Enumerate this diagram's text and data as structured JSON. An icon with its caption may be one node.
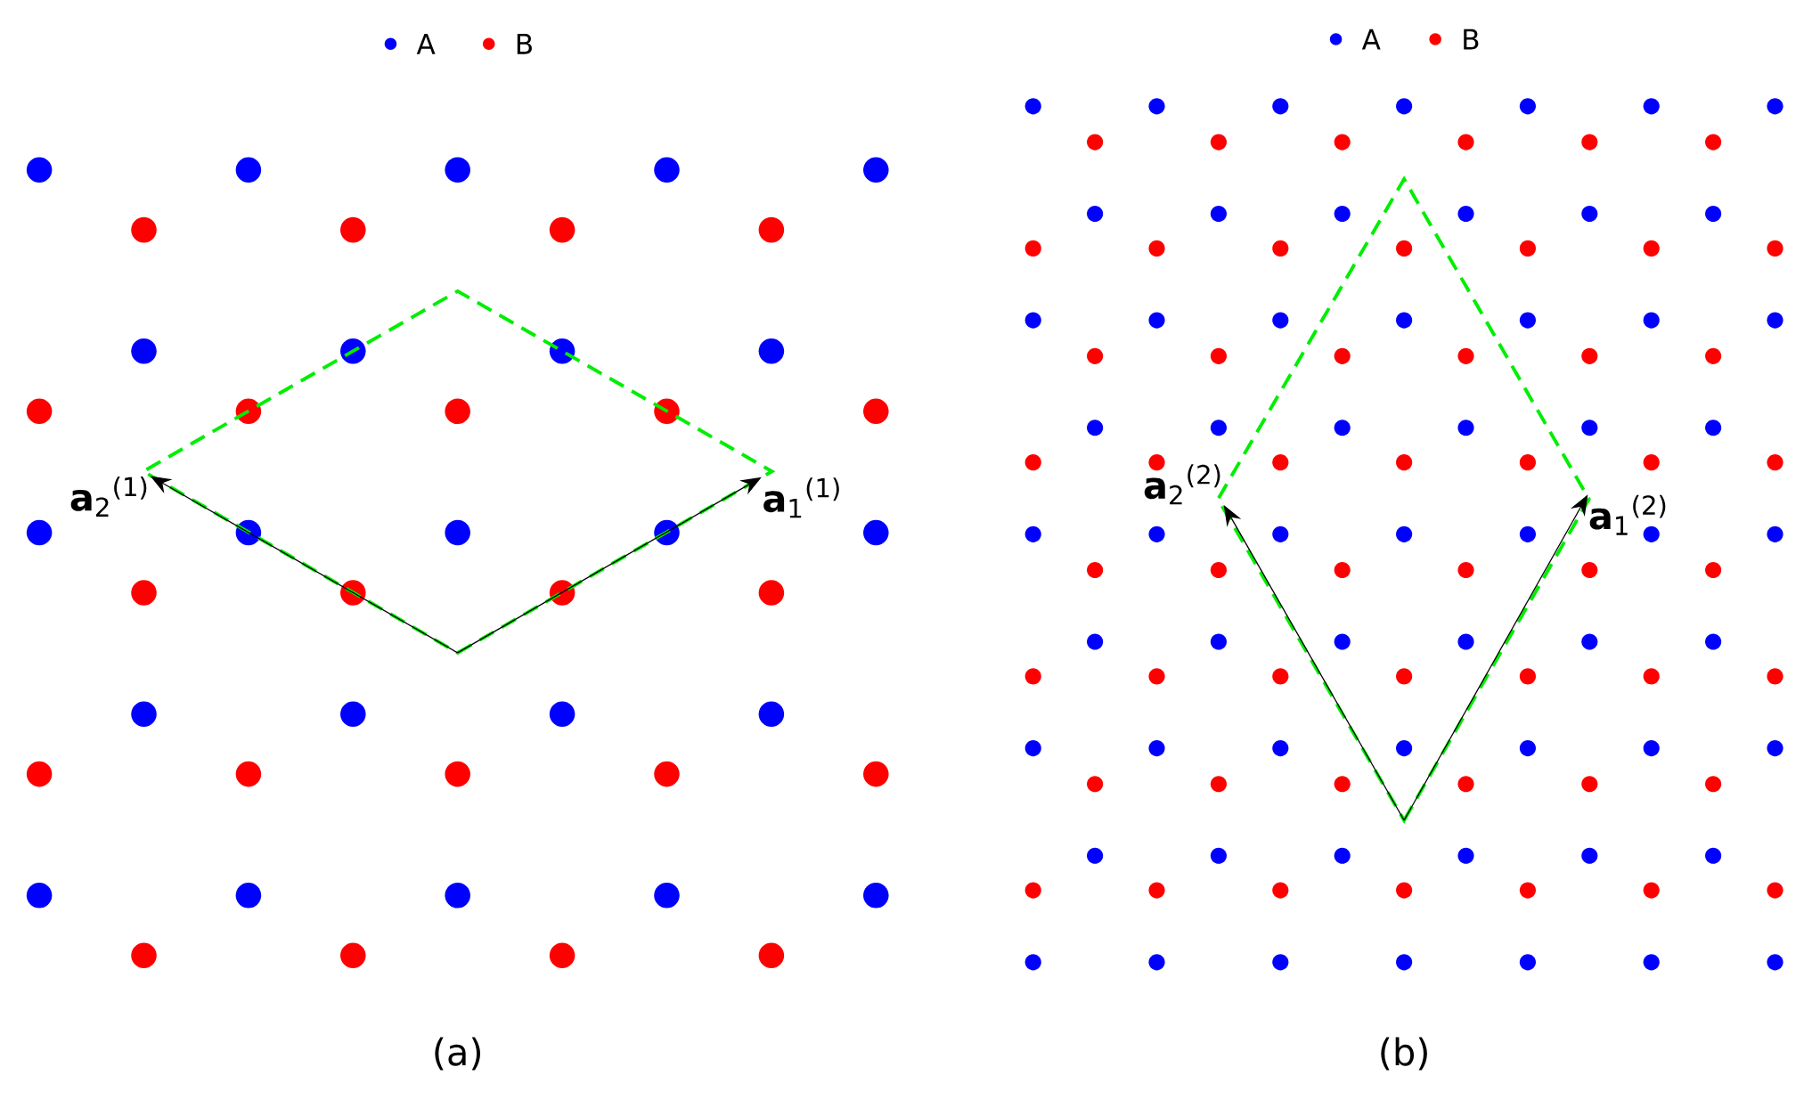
{
  "diagram": {
    "nodes": [
      {
        "text": [
          "**a**$_{2}$$^{(1)}$"
        ]
      },
      {
        "text": [
          "**a**$_{1}$$^{(1)}$"
        ]
      },
      {
        "text": [
          "**a**$_{2}$$^{(2)}$"
        ]
      },
      {
        "text": [
          "**a**$_{1}$$^{(2)}$"
        ]
      }
    ],
    "edges": [
      {
        "from": null,
        "to": 0,
        "arrow": "to"
      },
      {
        "from": null,
        "to": 1,
        "arrow": "to"
      },
      {
        "from": null,
        "to": 2,
        "arrow": "to"
      },
      {
        "from": null,
        "to": 3,
        "arrow": "to"
      }
    ],
    "labels": [
      "(a)",
      "(b)"
    ],
    "legend": [
      {
        "text": "A",
        "color": "#0000ff"
      },
      {
        "text": "B",
        "color": "#ff0000"
      },
      {
        "text": "A",
        "color": "#0000ff"
      },
      {
        "text": "B",
        "color": "#ff0000"
      }
    ]
  }
}
